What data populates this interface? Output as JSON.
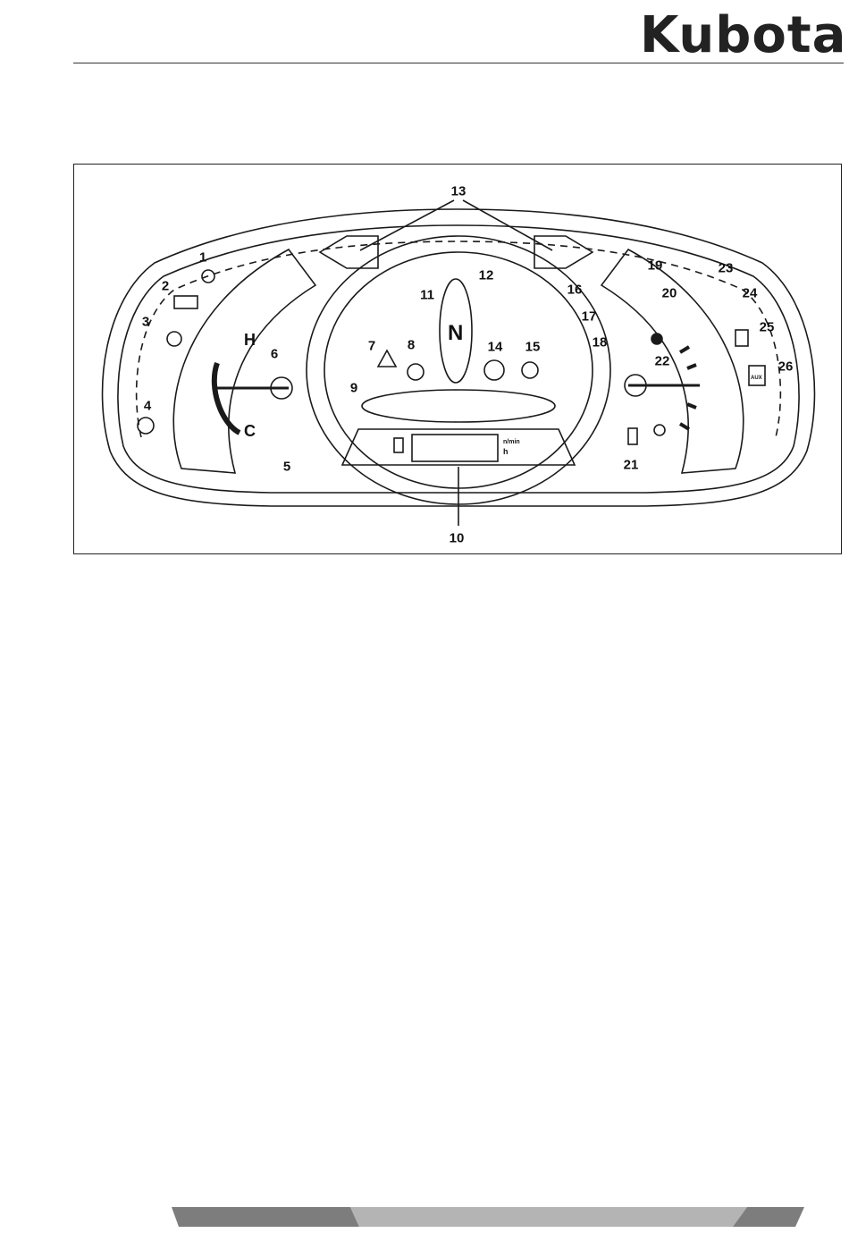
{
  "header": {
    "logo_text": "Kubota"
  },
  "figure": {
    "callouts": [
      "1",
      "2",
      "3",
      "4",
      "5",
      "6",
      "7",
      "8",
      "9",
      "10",
      "11",
      "12",
      "13",
      "14",
      "15",
      "16",
      "17",
      "18",
      "19",
      "20",
      "21",
      "22",
      "23",
      "24",
      "25",
      "26"
    ],
    "gauge_labels": {
      "hot": "H",
      "cold": "C",
      "gear": "N",
      "rpm_unit": "n/min",
      "hour_unit": "h",
      "aux": "AUX"
    }
  },
  "colors": {
    "line": "#1a1a1a",
    "panel_fill": "#ffffff",
    "footer_dark": "#7d7d7d",
    "footer_light": "#b4b4b4"
  }
}
